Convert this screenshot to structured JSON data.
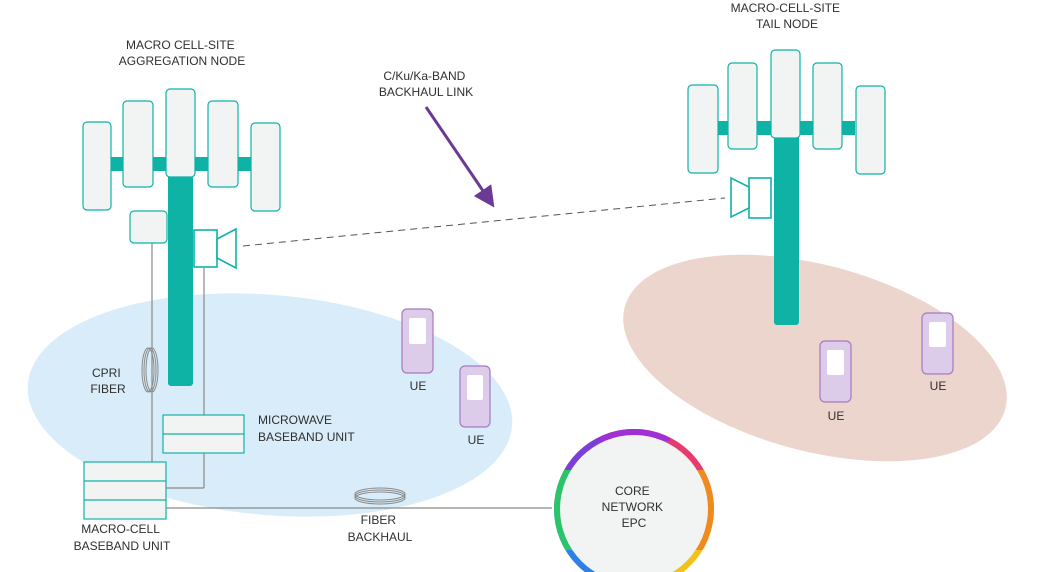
{
  "labels": {
    "aggregation_node": [
      "MACRO CELL-SITE",
      "AGGREGATION NODE"
    ],
    "tail_node": [
      "MACRO-CELL-SITE",
      "TAIL NODE"
    ],
    "backhaul_link": [
      "C/Ku/Ka-BAND",
      "BACKHAUL LINK"
    ],
    "cpri_fiber": [
      "CPRI",
      "FIBER"
    ],
    "microwave_bbu": [
      "MICROWAVE",
      "BASEBAND UNIT"
    ],
    "macro_bbu": [
      "MACRO-CELL",
      "BASEBAND UNIT"
    ],
    "fiber_backhaul": [
      "FIBER",
      "BACKHAUL"
    ],
    "core_network": [
      "CORE",
      "NETWORK",
      "EPC"
    ],
    "ue": "UE"
  },
  "colors": {
    "tower": "#0fb3a6",
    "panel_fill": "#f2f3f3",
    "panel_stroke": "#0fb3a6",
    "coverage_left": "#d8ecf9",
    "coverage_right": "#ecd5cc",
    "ue_fill": "#dccbe9",
    "ue_stroke": "#a67bc1",
    "arrow": "#6b3a94",
    "cable": "#8a8a8a",
    "text": "#2f2f2f"
  }
}
